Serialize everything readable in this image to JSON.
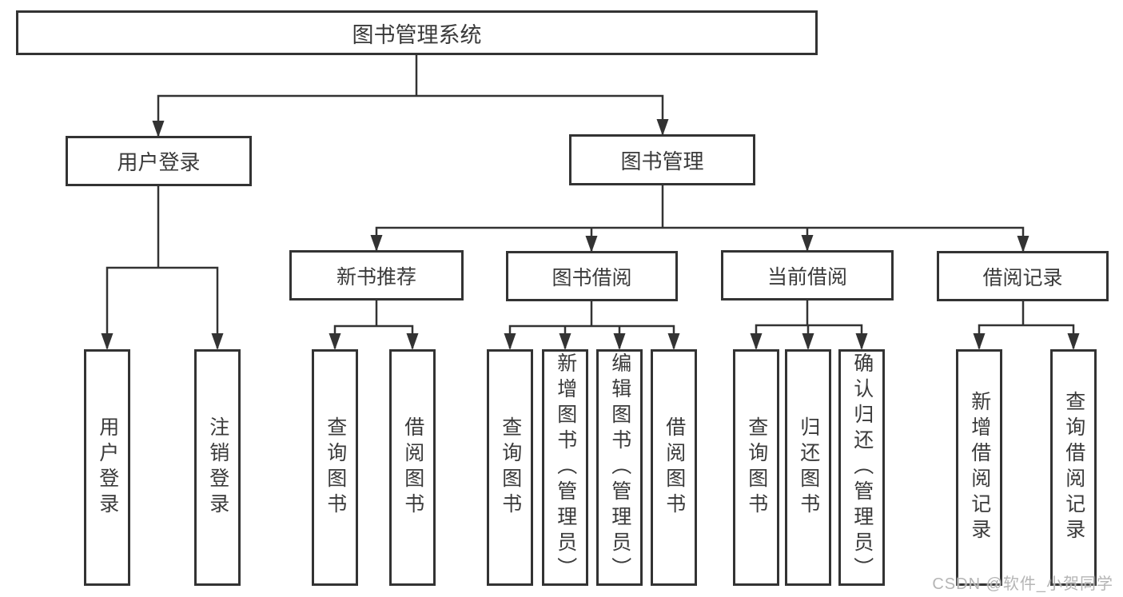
{
  "diagram": {
    "root": {
      "label": "图书管理系统"
    },
    "groups": [
      {
        "parent": {
          "label": "用户登录"
        },
        "leaves": [
          {
            "label": "用户登录"
          },
          {
            "label": "注销登录"
          }
        ]
      },
      {
        "parent": {
          "label": "图书管理"
        },
        "sections": [
          {
            "parent": {
              "label": "新书推荐"
            },
            "leaves": [
              {
                "label": "查询图书"
              },
              {
                "label": "借阅图书"
              }
            ]
          },
          {
            "parent": {
              "label": "图书借阅"
            },
            "leaves": [
              {
                "label": "查询图书"
              },
              {
                "label": "新增图书（管理员）"
              },
              {
                "label": "编辑图书（管理员）"
              },
              {
                "label": "借阅图书"
              }
            ]
          },
          {
            "parent": {
              "label": "当前借阅"
            },
            "leaves": [
              {
                "label": "查询图书"
              },
              {
                "label": "归还图书"
              },
              {
                "label": "确认归还（管理员）"
              }
            ]
          },
          {
            "parent": {
              "label": "借阅记录"
            },
            "leaves": [
              {
                "label": "新增借阅记录"
              },
              {
                "label": "查询借阅记录"
              }
            ]
          }
        ]
      }
    ],
    "watermark": {
      "label": "CSDN @软件_小贺同学"
    },
    "colors": {
      "line": "#333333",
      "text": "#3a3a3a",
      "box_background": "#ffffff",
      "watermark": "#b5b5b5"
    }
  }
}
